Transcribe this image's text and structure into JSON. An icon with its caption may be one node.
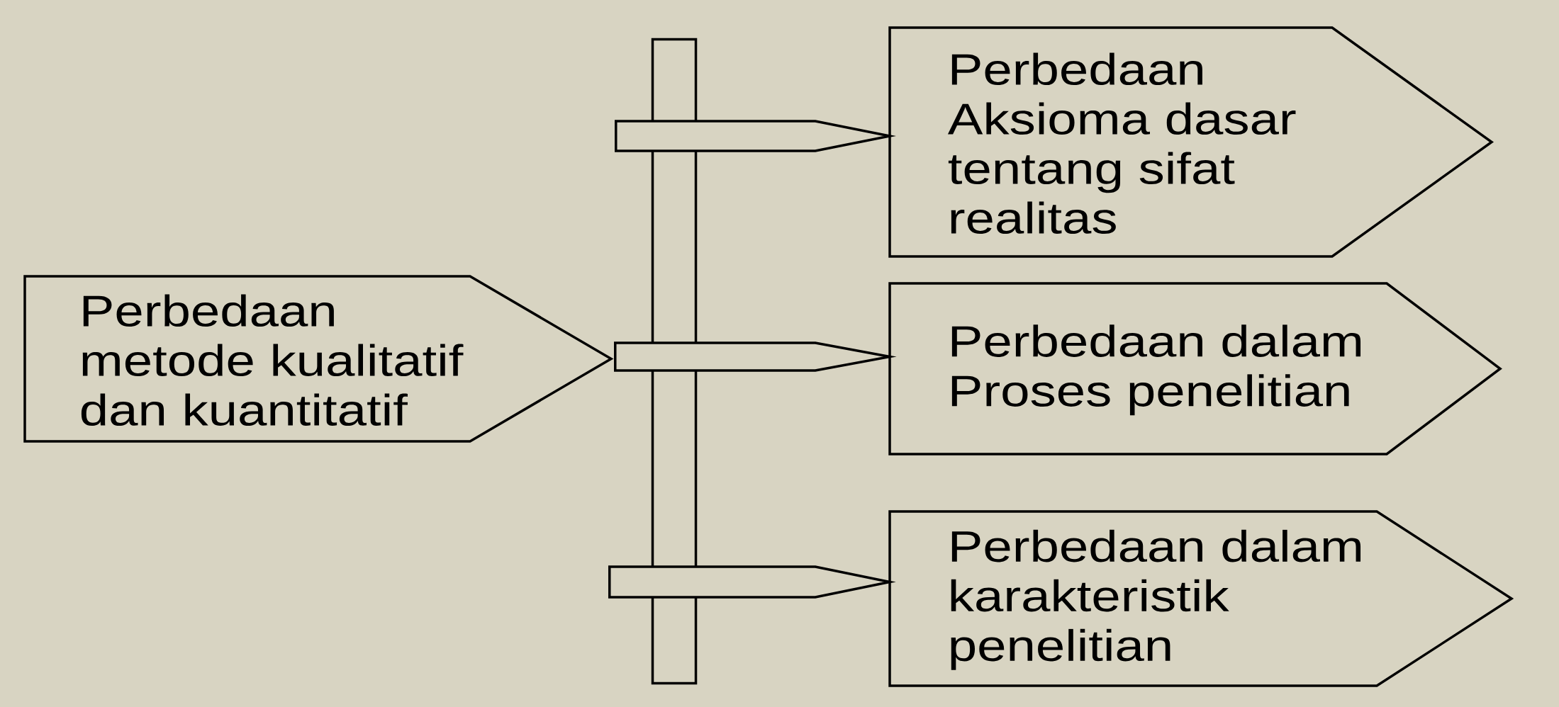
{
  "diagram": {
    "nodes": [
      {
        "text": [
          "Perbedaan Aksioma dasar tentang sifat realitas"
        ]
      },
      {
        "text": [],
        "shape": "bar"
      },
      {
        "text": [
          "Perbedaan metode kualitatif dan kuantitatif"
        ]
      },
      {
        "text": [
          "Perbedaan dalam Proses penelitian"
        ]
      },
      {
        "text": [
          "Perbedaan dalam karakteristik penelitian"
        ]
      }
    ],
    "edges": [
      {
        "from": 1,
        "to": 0,
        "arrow": "to"
      },
      {
        "from": 1,
        "to": 3,
        "arrow": "to"
      },
      {
        "from": 1,
        "to": 4,
        "arrow": "to"
      }
    ]
  }
}
